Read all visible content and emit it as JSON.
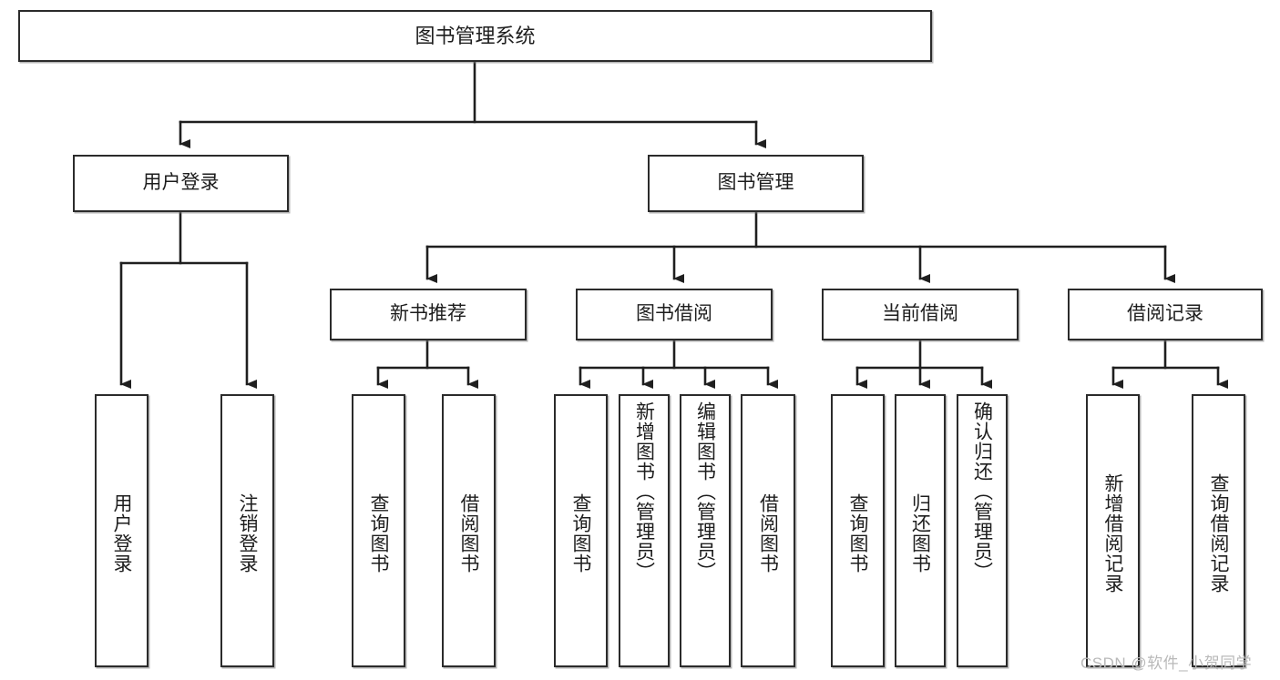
{
  "diagram": {
    "type": "tree",
    "title": "图书管理系统",
    "root": {
      "label": "图书管理系统"
    },
    "level1": [
      {
        "label": "用户登录"
      },
      {
        "label": "图书管理"
      }
    ],
    "level2": [
      {
        "label": "新书推荐"
      },
      {
        "label": "图书借阅"
      },
      {
        "label": "当前借阅"
      },
      {
        "label": "借阅记录"
      }
    ],
    "leaves": {
      "user_login": [
        {
          "label": "用户登录"
        },
        {
          "label": "注销登录"
        }
      ],
      "new_book_recommend": [
        {
          "label": "查询图书"
        },
        {
          "label": "借阅图书"
        }
      ],
      "book_borrow": [
        {
          "label": "查询图书"
        },
        {
          "label": "新增图书（管理员）"
        },
        {
          "label": "编辑图书（管理员）"
        },
        {
          "label": "借阅图书"
        }
      ],
      "current_borrow": [
        {
          "label": "查询图书"
        },
        {
          "label": "归还图书"
        },
        {
          "label": "确认归还（管理员）"
        }
      ],
      "borrow_record": [
        {
          "label": "新增借阅记录"
        },
        {
          "label": "查询借阅记录"
        }
      ]
    }
  },
  "watermark": {
    "text": "CSDN @软件_小贺同学"
  },
  "colors": {
    "box_border": "#2b2b2b",
    "box_fill": "#ffffff",
    "connector": "#1f1f1f",
    "text": "#1d1d1d",
    "watermark": "#b9b9b9"
  }
}
